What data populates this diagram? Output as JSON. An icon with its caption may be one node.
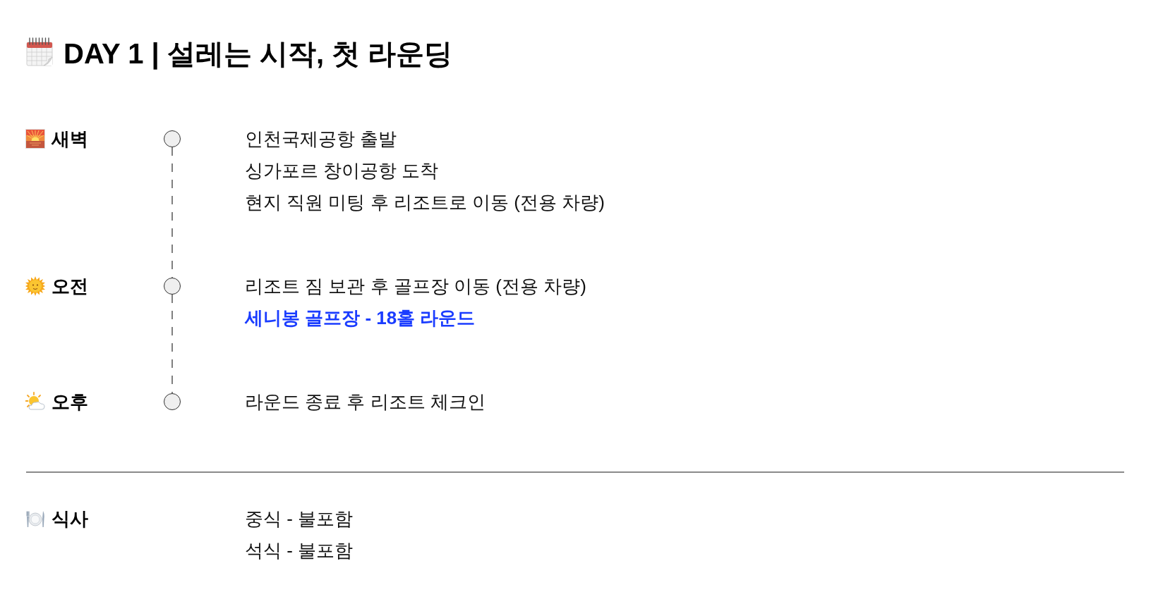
{
  "diagram": {
    "title": "DAY 1 | 설레는 시작, 첫 라운딩",
    "nodes": [
      {
        "text": [],
        "shape": "circle",
        "beside": [
          "인천국제공항 출발",
          "싱가포르 창이공항 도착",
          "현지 직원 미팅 후 리조트로 이동 (전용 차량)"
        ]
      },
      {
        "text": [],
        "shape": "circle",
        "beside": [
          "리조트 짐 보관 후 골프장 이동 (전용 차량)",
          "세니봉 골프장 - 18홀 라운드"
        ]
      },
      {
        "text": [],
        "shape": "circle",
        "beside": [
          "라운드 종료 후 리조트 체크인"
        ]
      }
    ],
    "edges": [
      {
        "from": 0,
        "to": 1,
        "arrow": "none",
        "style": "dashed"
      },
      {
        "from": 1,
        "to": 2,
        "arrow": "none",
        "style": "dashed"
      }
    ],
    "labels": [
      "새벽",
      "오전",
      "오후",
      "식사",
      "중식 - 불포함",
      "석식 - 불포함"
    ]
  }
}
